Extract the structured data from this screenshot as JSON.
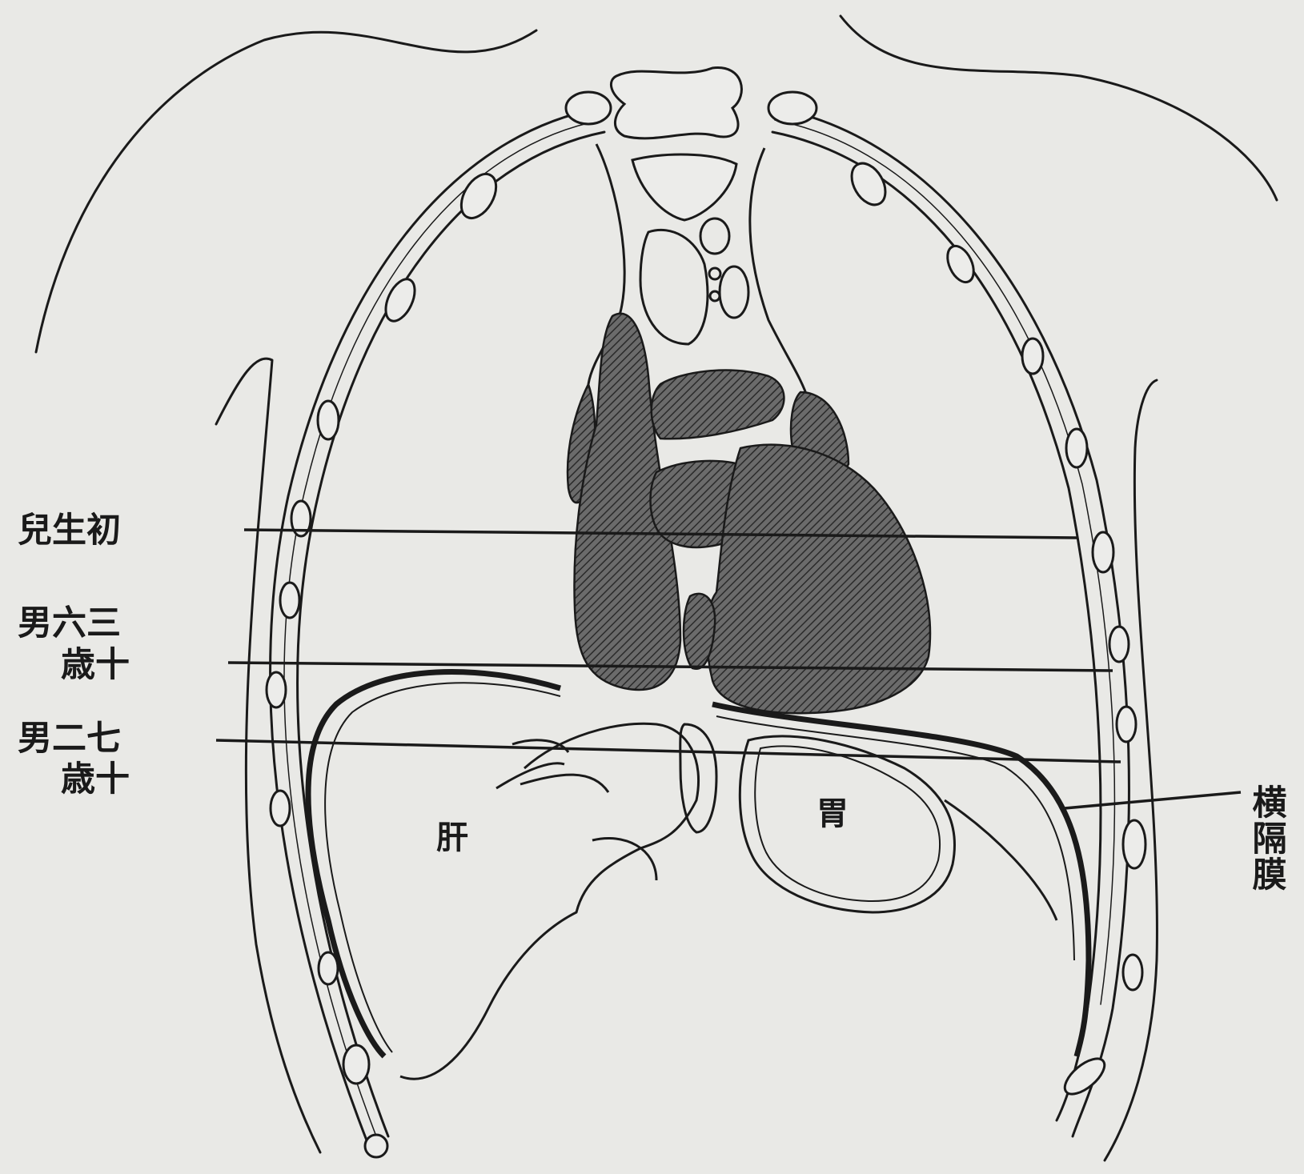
{
  "labels": {
    "newborn": "兒生初",
    "male36_line1": "男六三",
    "male36_line2": "歳十",
    "male72_line1": "男二七",
    "male72_line2": "歳十",
    "diaphragm": "横隔膜",
    "liver": "肝",
    "stomach": "胃"
  },
  "colors": {
    "background": "#e9e9e6",
    "ink": "#1a1a1a",
    "hatch": "#4a4a4a"
  }
}
